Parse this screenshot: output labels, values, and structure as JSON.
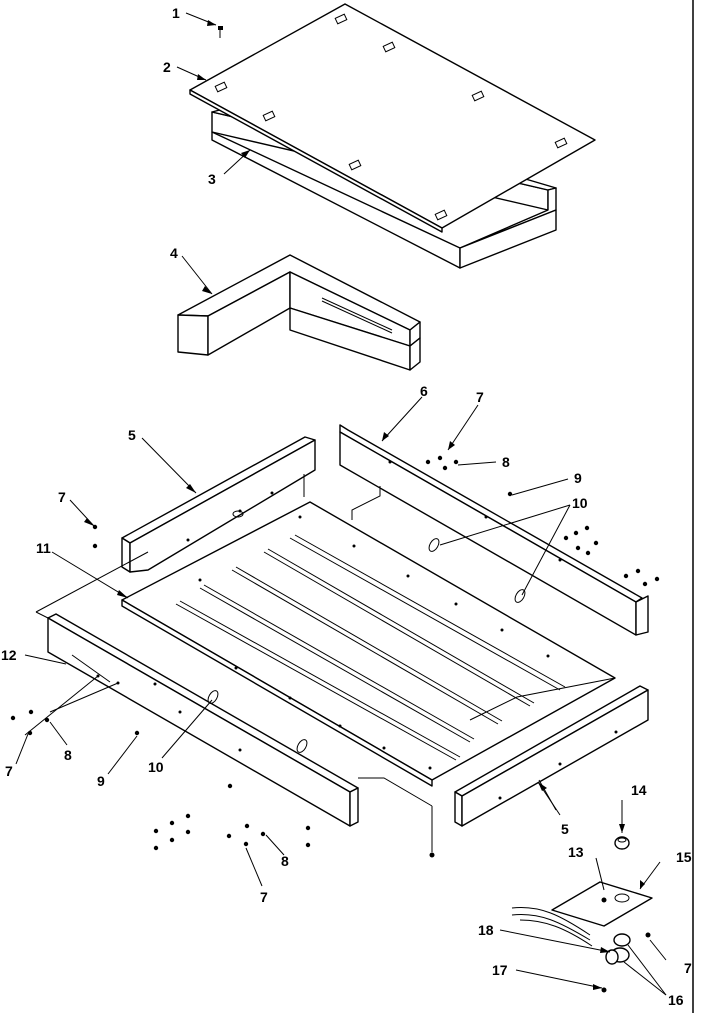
{
  "callouts": [
    {
      "id": "c1",
      "text": "1"
    },
    {
      "id": "c2",
      "text": "2"
    },
    {
      "id": "c3",
      "text": "3"
    },
    {
      "id": "c4",
      "text": "4"
    },
    {
      "id": "c5a",
      "text": "5"
    },
    {
      "id": "c5b",
      "text": "5"
    },
    {
      "id": "c6",
      "text": "6"
    },
    {
      "id": "c7a",
      "text": "7"
    },
    {
      "id": "c7b",
      "text": "7"
    },
    {
      "id": "c7c",
      "text": "7"
    },
    {
      "id": "c7d",
      "text": "7"
    },
    {
      "id": "c7e",
      "text": "7"
    },
    {
      "id": "c8a",
      "text": "8"
    },
    {
      "id": "c8b",
      "text": "8"
    },
    {
      "id": "c8c",
      "text": "8"
    },
    {
      "id": "c9a",
      "text": "9"
    },
    {
      "id": "c9b",
      "text": "9"
    },
    {
      "id": "c10a",
      "text": "10"
    },
    {
      "id": "c10b",
      "text": "10"
    },
    {
      "id": "c11",
      "text": "11"
    },
    {
      "id": "c12",
      "text": "12"
    },
    {
      "id": "c13",
      "text": "13"
    },
    {
      "id": "c14",
      "text": "14"
    },
    {
      "id": "c15",
      "text": "15"
    },
    {
      "id": "c16",
      "text": "16"
    },
    {
      "id": "c17",
      "text": "17"
    },
    {
      "id": "c18",
      "text": "18"
    }
  ]
}
